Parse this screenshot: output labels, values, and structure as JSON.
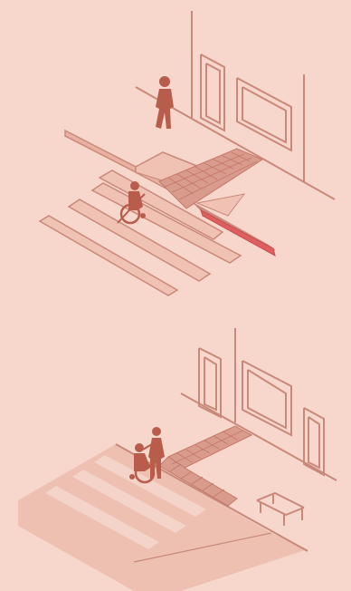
{
  "colors": {
    "background": "#f7d6cb",
    "line": "#c9897a",
    "fill_light": "#f0c2b4",
    "fill_mid": "#e9b1a1",
    "tile": "#d99b8b",
    "tile_grid": "#c4786a",
    "figure": "#b85d4c",
    "accent_red": "#dd5f5f",
    "plaza": "#edc0b2",
    "stripe": "#f4d3c8"
  },
  "scenes": [
    {
      "name": "raised-curb-crossing",
      "elements": [
        "building-facade",
        "window",
        "doors",
        "curb",
        "curb-ramp",
        "tactile-paving",
        "crosswalk-stripes",
        "pedestrian",
        "wheelchair-user"
      ]
    },
    {
      "name": "level-crossing",
      "elements": [
        "building-facade",
        "window",
        "doors",
        "tactile-paving",
        "level-plaza",
        "crosswalk-stripes",
        "wheelchair-user-with-companion",
        "bench"
      ]
    }
  ]
}
